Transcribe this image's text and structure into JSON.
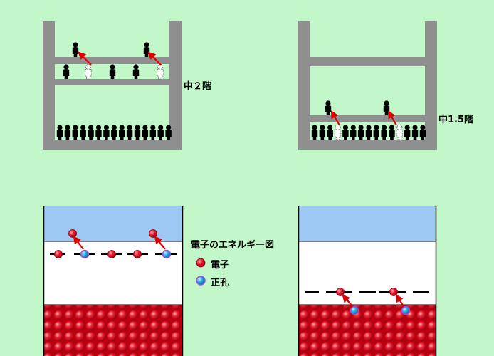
{
  "labels": {
    "floor_2": "中２階",
    "floor_1_5": "中1.5階",
    "energy_title": "電子のエネルギー図"
  },
  "legend": {
    "electron": "電子",
    "hole": "正孔"
  },
  "colors": {
    "background": "#c2f7c9",
    "building": "#8f8f8f",
    "person": "#000000",
    "arrow": "#e00000",
    "electron": "#e8132a",
    "hole": "#2aa6e6",
    "hole_border": "#9d4fd0",
    "conduction_band": "#9ec9f4",
    "gap": "#ffffff",
    "valence_band": "#e8132a"
  }
}
